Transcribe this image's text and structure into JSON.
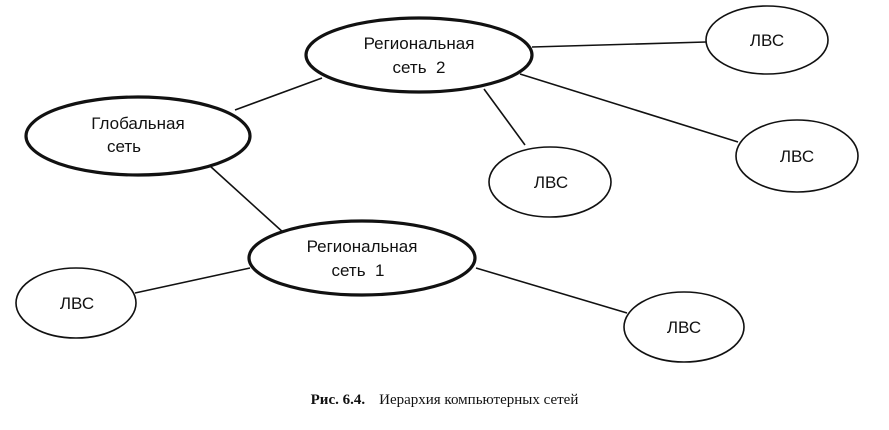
{
  "nodes": {
    "global": {
      "line1": "Глобальная",
      "line2": "сеть"
    },
    "regional2": {
      "line1": "Региональная",
      "line2": "сеть  2"
    },
    "regional1": {
      "line1": "Региональная",
      "line2": "сеть  1"
    },
    "lan_top_right": {
      "label": "ЛВС"
    },
    "lan_mid": {
      "label": "ЛВС"
    },
    "lan_right": {
      "label": "ЛВС"
    },
    "lan_left": {
      "label": "ЛВС"
    },
    "lan_bottom_right": {
      "label": "ЛВС"
    }
  },
  "caption": {
    "figure": "Рис. 6.4.",
    "text": "Иерархия компьютерных сетей"
  }
}
